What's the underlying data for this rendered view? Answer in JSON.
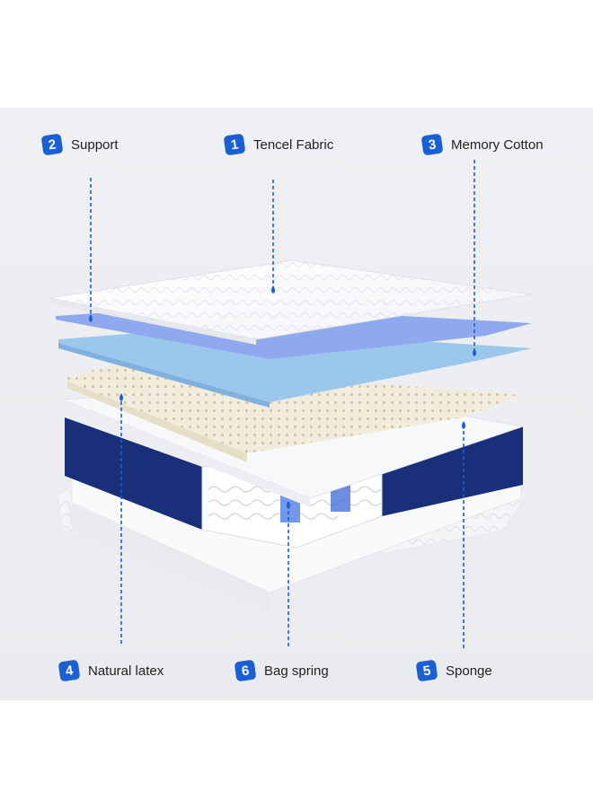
{
  "layers": [
    {
      "number": "2",
      "name": "Support"
    },
    {
      "number": "1",
      "name": "Tencel Fabric"
    },
    {
      "number": "3",
      "name": "Memory Cotton"
    },
    {
      "number": "4",
      "name": "Natural latex"
    },
    {
      "number": "6",
      "name": "Bag spring"
    },
    {
      "number": "5",
      "name": "Sponge"
    }
  ],
  "colors": {
    "badge": "#1a5fd6",
    "leader": "#1a5fd6",
    "navy_border": "#1a2f7a",
    "support_blue": "#8fa8ee",
    "memory_blue": "#9cc7ec",
    "latex": "#f1ecdc"
  }
}
